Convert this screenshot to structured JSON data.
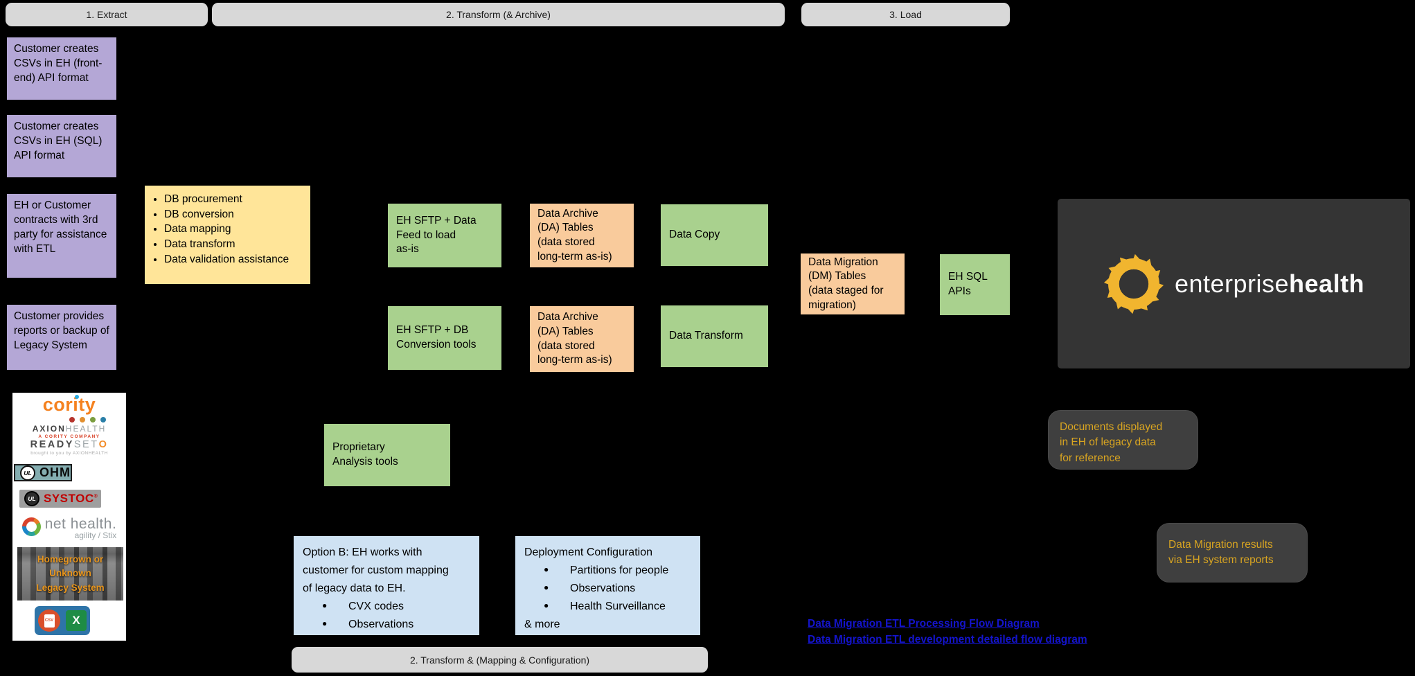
{
  "stages": {
    "extract": "1. Extract",
    "transform_archive": "2. Transform (& Archive)",
    "load": "3. Load",
    "transform_mapping": "2. Transform & (Mapping & Configuration)"
  },
  "extract_options": [
    "Customer creates CSVs in EH (front-end) API format",
    "Customer creates CSVs in EH (SQL) API format",
    "EH or Customer contracts with 3rd party for assistance with ETL",
    "Customer provides reports or backup of Legacy System"
  ],
  "third_party_tasks": [
    "DB procurement",
    "DB conversion",
    "Data mapping",
    "Data transform",
    "Data validation assistance"
  ],
  "pipeline": {
    "sftp_feed": "EH SFTP + Data\nFeed to load\nas-is",
    "sftp_conversion": "EH SFTP + DB\nConversion tools",
    "archive_tables": "Data Archive\n(DA) Tables\n(data stored\nlong-term as-is)",
    "data_copy": "Data Copy",
    "data_transform": "Data Transform",
    "analysis_tools": "Proprietary\nAnalysis tools",
    "dm_tables": "Data Migration\n(DM) Tables\n(data staged for\nmigration)",
    "sql_apis": "EH SQL\nAPIs"
  },
  "mapping": {
    "option_b": {
      "text": "Option B: EH works with\ncustomer for custom mapping\nof legacy data to EH.",
      "bullets": [
        "CVX codes",
        "Observations"
      ]
    },
    "deployment": {
      "title": "Deployment Configuration",
      "bullets": [
        "Partitions for people",
        "Observations",
        "Health Surveillance"
      ],
      "more": "& more"
    }
  },
  "notes": {
    "documents": "Documents displayed\nin EH of legacy data\nfor reference",
    "results": "Data Migration results\nvia EH system reports"
  },
  "links": [
    "Data Migration ETL Processing Flow Diagram",
    "Data Migration ETL development detailed flow diagram"
  ],
  "brand": {
    "light": "enterprise",
    "bold": "health"
  },
  "legacy": {
    "cority": "cority",
    "axion_bold": "AXION",
    "axion_light": "HEALTH",
    "axion_tagline": "A CORITY COMPANY",
    "readyset_bold": "READY",
    "readyset_light": "SET",
    "readyset_o": "O",
    "readyset_tagline": "brought to you by AXIONHEALTH",
    "ul": "UL",
    "ohm": "OHM",
    "systoc": "SYSTOC",
    "reg_mark": "®",
    "nethealth": "net health.",
    "nethealth_sub": "agility / Stix",
    "homegrown": "Homegrown or Unknown\nLegacy System",
    "csv_label": "CSV",
    "excel_label": "X"
  },
  "colors": {
    "purple": "#B4A7D6",
    "yellow": "#FFE599",
    "green": "#A9D18E",
    "orange": "#F9CB9C",
    "blue": "#CFE2F3",
    "header_gray": "#D8D8D8",
    "panel_dark": "#343434",
    "note_dark": "#3F3F3F",
    "note_text": "#D9A521",
    "link_blue": "#1414CC",
    "brand_yellow": "#F1B52F"
  }
}
